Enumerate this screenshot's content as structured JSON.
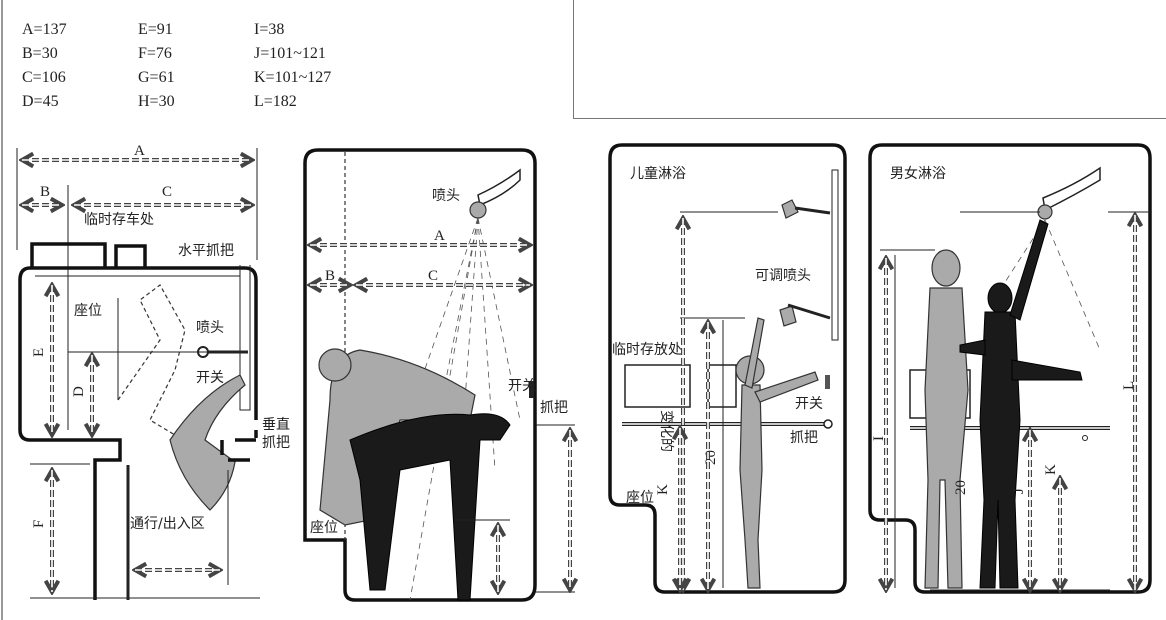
{
  "legend": [
    "A=137",
    "E=91",
    "I=38",
    "B=30",
    "F=76",
    "J=101~121",
    "C=106",
    "G=61",
    "K=101~127",
    "D=45",
    "H=30",
    "L=182"
  ],
  "panel1": {
    "a": "A",
    "b": "B",
    "c": "C",
    "storage": "临时存车处",
    "h_grab": "水平抓把",
    "seat": "座位",
    "shower_head": "喷头",
    "switch": "开关",
    "e": "E",
    "d": "D",
    "v_grab": "垂直抓把",
    "f": "F",
    "access": "通行/出入区"
  },
  "panel2": {
    "shower_head": "喷头",
    "a": "A",
    "b": "B",
    "c": "C",
    "switch": "开关",
    "grab": "抓把",
    "seat": "座位"
  },
  "panel3": {
    "title": "儿童淋浴",
    "adj_head": "可调喷头",
    "storage": "临时存放处",
    "switch": "开关",
    "grab": "抓把",
    "seat": "座位",
    "k": "K",
    "variable": "变化的",
    "twenty": "20"
  },
  "panel4": {
    "title": "男女淋浴",
    "l": "L",
    "i": "I",
    "twenty": "20",
    "j": "J",
    "k": "K"
  }
}
